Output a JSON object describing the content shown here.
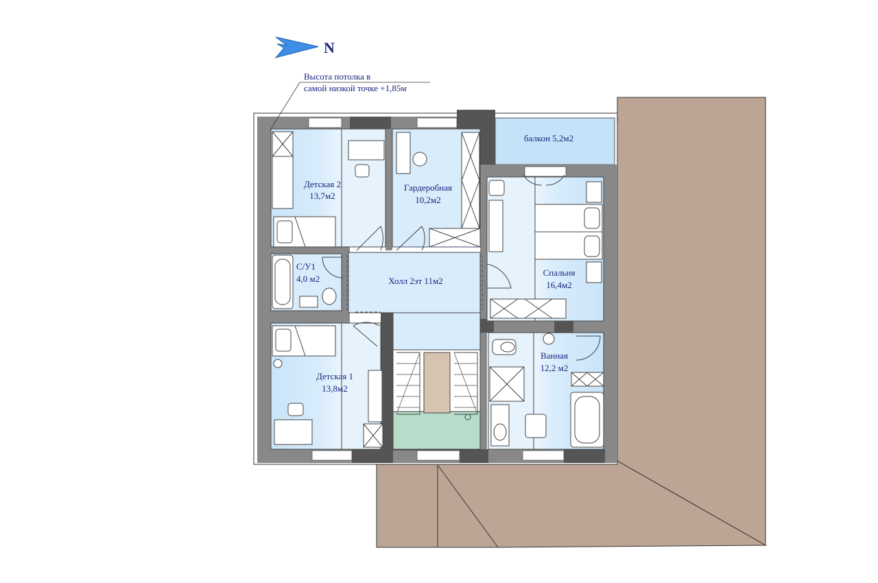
{
  "north_label": "N",
  "ceiling_note": {
    "line1": "Высота  потолка  в",
    "line2": "самой  низкой  точке +1,85м"
  },
  "rooms": {
    "kids2": {
      "name": "Детская 2",
      "area": "13,7м2"
    },
    "wardrobe": {
      "name": "Гардеробная",
      "area": "10,2м2"
    },
    "balcony": {
      "name": "балкон 5,2м2"
    },
    "wc1": {
      "name": "С/У1",
      "area": "4,0 м2"
    },
    "hall": {
      "name": "Холл 2эт  11м2"
    },
    "bedroom": {
      "name": "Спальня",
      "area": "16,4м2"
    },
    "kids1": {
      "name": "Детская 1",
      "area": "13,8м2"
    },
    "bath": {
      "name": "Ванная",
      "area": "12,2 м2"
    }
  },
  "colors": {
    "wall": "#888888",
    "wall_dark": "#555555",
    "room_fill": "#d8ecfb",
    "room_fill_light": "#e6f3fd",
    "balcony_fill": "#c5e3f8",
    "stair_fill": "#b5ddc9",
    "roof_fill": "#bca594",
    "text": "#1a237e",
    "arrow": "#3d8fe6"
  }
}
